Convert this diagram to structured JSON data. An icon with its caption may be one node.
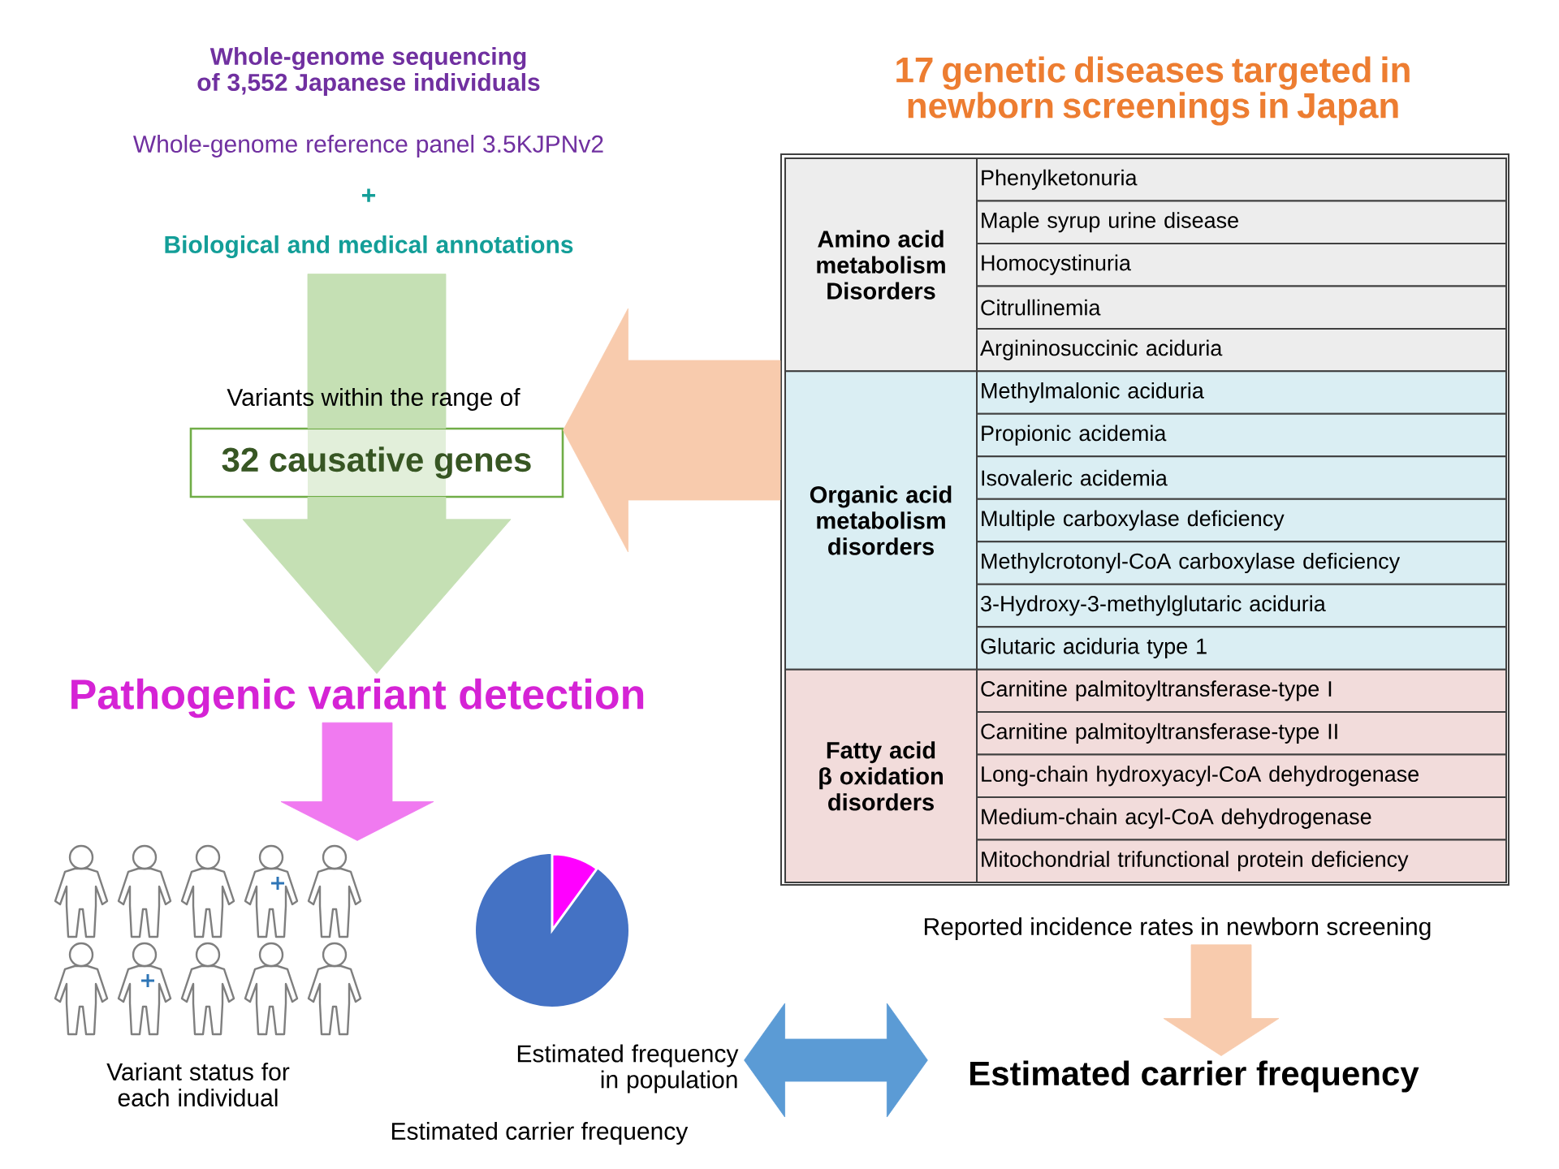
{
  "diagram": {
    "nodes": [
      {
        "text": [
          "Whole-genome sequencing of 3,552 Japanese individuals",
          "Whole-genome reference panel 3.5KJPNv2",
          "+",
          "Biological and medical annotations"
        ]
      },
      {
        "text": [
          "32 causative genes"
        ],
        "beside": [
          "Variants within the range of"
        ]
      },
      {
        "text": [
          "Pathogenic variant detection"
        ]
      },
      {
        "text": [],
        "shape": "picture",
        "beside": [
          "Variant status for each individual"
        ]
      },
      {
        "text": [],
        "shape": "picture",
        "beside": [
          "Estimated frequency in population",
          "Estimated carrier frequency"
        ]
      },
      {
        "text": [
          "17 genetic diseases targeted in newborn screenings in Japan"
        ]
      },
      {
        "text": [
          "Amino acid metabolism Disorders"
        ],
        "in": 5
      },
      {
        "text": [
          "Phenylketonuria"
        ],
        "in": 5
      },
      {
        "text": [
          "Maple syrup urine disease"
        ],
        "in": 5
      },
      {
        "text": [
          "Homocystinuria"
        ],
        "in": 5
      },
      {
        "text": [
          "Citrullinemia"
        ],
        "in": 5
      },
      {
        "text": [
          "Argininosuccinic aciduria"
        ],
        "in": 5
      },
      {
        "text": [
          "Organic acid metabolism disorders"
        ],
        "in": 5
      },
      {
        "text": [
          "Methylmalonic aciduria"
        ],
        "in": 5
      },
      {
        "text": [
          "Propionic acidemia"
        ],
        "in": 5
      },
      {
        "text": [
          "Isovaleric acidemia"
        ],
        "in": 5
      },
      {
        "text": [
          "Multiple carboxylase deficiency"
        ],
        "in": 5
      },
      {
        "text": [
          "Methylcrotonyl-CoA carboxylase deficiency"
        ],
        "in": 5
      },
      {
        "text": [
          "3-Hydroxy-3-methylglutaric aciduria"
        ],
        "in": 5
      },
      {
        "text": [
          "Glutaric aciduria type 1"
        ],
        "in": 5
      },
      {
        "text": [
          "Fatty acid β oxidation disorders"
        ],
        "in": 5
      },
      {
        "text": [
          "Carnitine palmitoyltransferase-type I"
        ],
        "in": 5
      },
      {
        "text": [
          "Carnitine palmitoyltransferase-type II"
        ],
        "in": 5
      },
      {
        "text": [
          "Long-chain hydroxyacyl-CoA dehydrogenase"
        ],
        "in": 5
      },
      {
        "text": [
          "Medium-chain acyl-CoA dehydrogenase"
        ],
        "in": 5
      },
      {
        "text": [
          "Mitochondrial trifunctional protein deficiency"
        ],
        "in": 5
      },
      {
        "text": [
          "Reported incidence rates in newborn screening"
        ]
      },
      {
        "text": [
          "Estimated carrier frequency"
        ]
      }
    ],
    "edges": [
      {
        "from": 0,
        "to": 1,
        "arrow": "none",
        "style": "thick",
        "color": "#c5e0b4"
      },
      {
        "from": 1,
        "to": 2,
        "arrow": "to",
        "style": "thick",
        "color": "#c5e0b4"
      },
      {
        "from": 5,
        "to": 1,
        "arrow": "to",
        "style": "thick",
        "color": "#f8cbad"
      },
      {
        "from": 2,
        "to": 3,
        "arrow": "to",
        "style": "thick",
        "color": "#f07af0"
      },
      {
        "from": 26,
        "to": 27,
        "arrow": "to",
        "style": "thick",
        "color": "#f8cbad"
      },
      {
        "from": 4,
        "to": 27,
        "arrow": "both",
        "style": "thick",
        "color": "#5b9bd5"
      }
    ]
  }
}
